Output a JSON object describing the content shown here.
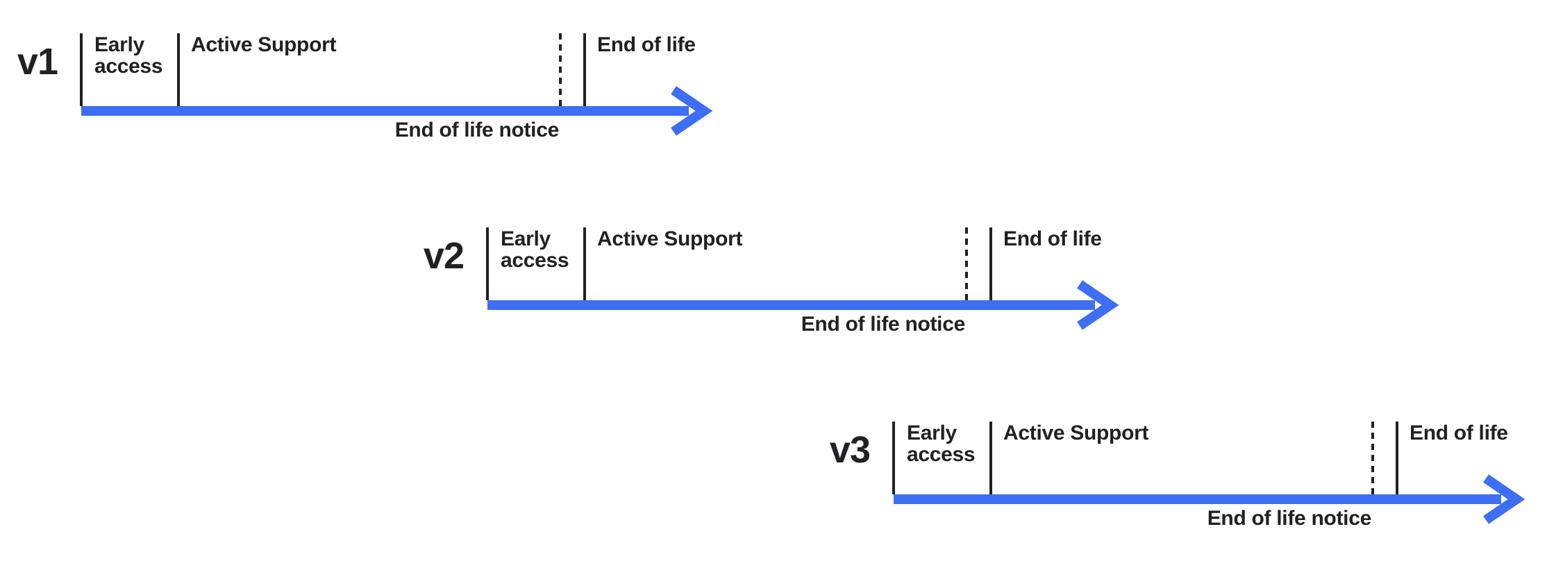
{
  "diagram": {
    "description": "Version lifecycle timelines",
    "colors": {
      "arrow_blue": "#3E6EF3",
      "ink": "#212124",
      "background": "#FFFFFF"
    },
    "rows": [
      {
        "version": "v1",
        "phases": {
          "early_access": "Early access",
          "active_support": "Active Support",
          "end_of_life": "End of life"
        },
        "notice": "End of life notice"
      },
      {
        "version": "v2",
        "phases": {
          "early_access": "Early access",
          "active_support": "Active Support",
          "end_of_life": "End of life"
        },
        "notice": "End of life notice"
      },
      {
        "version": "v3",
        "phases": {
          "early_access": "Early access",
          "active_support": "Active Support",
          "end_of_life": "End of life"
        },
        "notice": "End of life notice"
      }
    ]
  }
}
